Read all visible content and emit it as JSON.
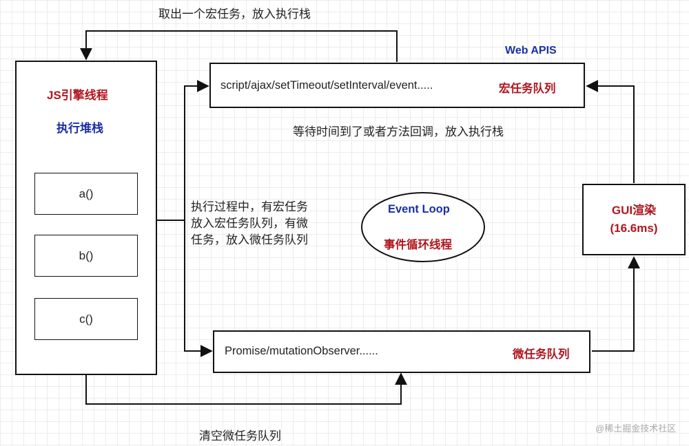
{
  "top_note": "取出一个宏任务，放入执行栈",
  "js_engine": {
    "title": "JS引擎线程",
    "subtitle": "执行堆栈",
    "frames": [
      "a()",
      "b()",
      "c()"
    ]
  },
  "web_apis_label": "Web APIS",
  "macro_queue": {
    "content": "script/ajax/setTimeout/setInterval/event.....",
    "label": "宏任务队列"
  },
  "wait_note": "等待时间到了或者方法回调，放入执行栈",
  "exec_note": [
    "执行过程中，有宏任务",
    "放入宏任务队列，有微",
    "任务，放入微任务队列"
  ],
  "event_loop": {
    "title": "Event Loop",
    "subtitle": "事件循环线程"
  },
  "gui": {
    "title": "GUI渲染",
    "subtitle": "(16.6ms)"
  },
  "micro_queue": {
    "content": "Promise/mutationObserver......",
    "label": "微任务队列"
  },
  "bottom_note": "清空微任务队列",
  "watermark": "@稀土掘金技术社区",
  "colors": {
    "red": "#b0161e",
    "blue": "#1a2fa6",
    "line": "#111111"
  }
}
